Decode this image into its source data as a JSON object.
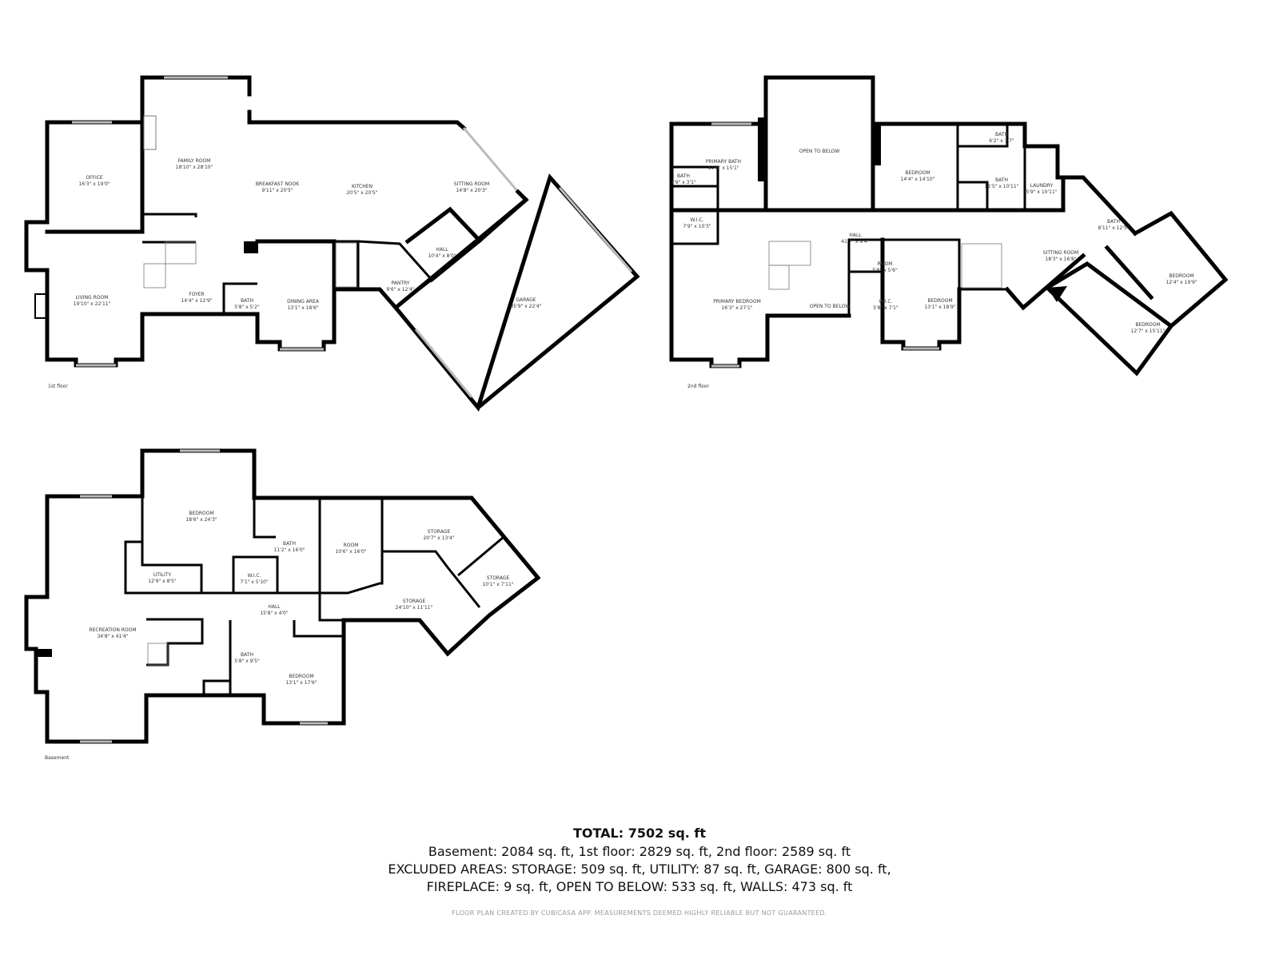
{
  "floors": {
    "first": {
      "label": "1st floor",
      "rooms": [
        {
          "name": "OFFICE",
          "dims": "16'3\" x 19'0\""
        },
        {
          "name": "FAMILY ROOM",
          "dims": "18'10\" x 28'10\""
        },
        {
          "name": "BREAKFAST NOOK",
          "dims": "9'11\" x 20'5\""
        },
        {
          "name": "KITCHEN",
          "dims": "20'5\" x 20'5\""
        },
        {
          "name": "SITTING ROOM",
          "dims": "14'8\" x 20'3\""
        },
        {
          "name": "LIVING ROOM",
          "dims": "19'10\" x 22'11\""
        },
        {
          "name": "FOYER",
          "dims": "14'4\" x 12'9\""
        },
        {
          "name": "BATH",
          "dims": "5'8\" x 5'2\""
        },
        {
          "name": "DINING AREA",
          "dims": "13'1\" x 18'6\""
        },
        {
          "name": "HALL",
          "dims": "10'4\" x 8'0\""
        },
        {
          "name": "PANTRY",
          "dims": "9'6\" x 12'4\""
        },
        {
          "name": "GARAGE",
          "dims": "35'9\" x 22'4\""
        }
      ]
    },
    "second": {
      "label": "2nd floor",
      "rooms": [
        {
          "name": "PRIMARY BATH",
          "dims": "14'6\" x 15'1\""
        },
        {
          "name": "BATH",
          "dims": "4'9\" x 3'1\""
        },
        {
          "name": "OPEN TO BELOW",
          "dims": ""
        },
        {
          "name": "BEDROOM",
          "dims": "14'4\" x 14'10\""
        },
        {
          "name": "BATH",
          "dims": "6'2\" x 3'7\""
        },
        {
          "name": "BATH",
          "dims": "11'5\" x 10'11\""
        },
        {
          "name": "LAUNDRY",
          "dims": "5'9\" x 10'11\""
        },
        {
          "name": "W.I.C.",
          "dims": "7'9\" x 10'3\""
        },
        {
          "name": "HALL",
          "dims": "41'7\" x 9'4\""
        },
        {
          "name": "BATH",
          "dims": "8'11\" x 12'5\""
        },
        {
          "name": "ROOM",
          "dims": "5'8\" x 5'6\""
        },
        {
          "name": "SITTING ROOM",
          "dims": "18'3\" x 16'8\""
        },
        {
          "name": "BEDROOM",
          "dims": "12'4\" x 19'9\""
        },
        {
          "name": "PRIMARY BEDROOM",
          "dims": "16'3\" x 27'1\""
        },
        {
          "name": "OPEN TO BELOW",
          "dims": ""
        },
        {
          "name": "W.I.C.",
          "dims": "5'8\" x 7'1\""
        },
        {
          "name": "BEDROOM",
          "dims": "13'1\" x 18'9\""
        },
        {
          "name": "BEDROOM",
          "dims": "12'7\" x 15'11\""
        }
      ]
    },
    "basement": {
      "label": "Basement",
      "rooms": [
        {
          "name": "BEDROOM",
          "dims": "18'6\" x 24'3\""
        },
        {
          "name": "BATH",
          "dims": "11'2\" x 16'0\""
        },
        {
          "name": "ROOM",
          "dims": "10'6\" x 16'0\""
        },
        {
          "name": "STORAGE",
          "dims": "20'7\" x 13'4\""
        },
        {
          "name": "UTILITY",
          "dims": "12'9\" x 8'5\""
        },
        {
          "name": "W.I.C.",
          "dims": "7'1\" x 5'10\""
        },
        {
          "name": "STORAGE",
          "dims": "10'1\" x 7'11\""
        },
        {
          "name": "HALL",
          "dims": "15'8\" x 4'0\""
        },
        {
          "name": "STORAGE",
          "dims": "24'10\" x 11'11\""
        },
        {
          "name": "RECREATION ROOM",
          "dims": "34'8\" x 41'4\""
        },
        {
          "name": "BATH",
          "dims": "5'8\" x 9'5\""
        },
        {
          "name": "BEDROOM",
          "dims": "13'1\" x 17'6\""
        }
      ]
    }
  },
  "summary": {
    "total": "TOTAL: 7502 sq. ft",
    "floors_line": "Basement: 2084 sq. ft, 1st floor: 2829 sq. ft, 2nd floor: 2589 sq. ft",
    "excluded_line1": "EXCLUDED AREAS: STORAGE: 509 sq. ft, UTILITY: 87 sq. ft, GARAGE: 800 sq. ft,",
    "excluded_line2": "FIREPLACE: 9 sq. ft, OPEN TO BELOW: 533 sq. ft, WALLS: 473 sq. ft",
    "disclaimer": "FLOOR PLAN CREATED BY CUBICASA APP. MEASUREMENTS DEEMED HIGHLY RELIABLE BUT NOT GUARANTEED."
  }
}
